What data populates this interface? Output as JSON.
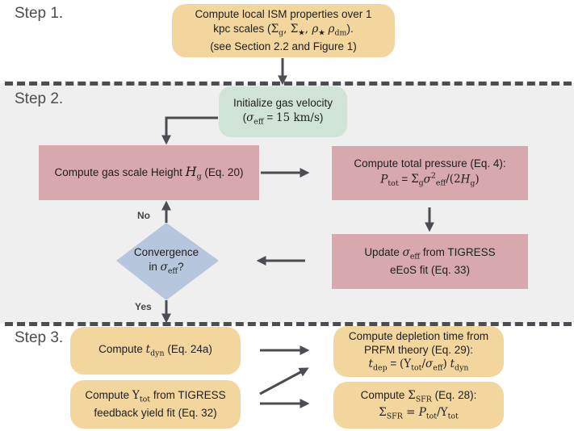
{
  "steps": {
    "step1": "Step 1.",
    "step2": "Step 2.",
    "step3": "Step 3."
  },
  "ism_box": {
    "line1": "Compute local ISM properties over 1",
    "line2_prefix": "kpc scales (",
    "line2_suffix": ").",
    "line3": "(see Section 2.2 and Figure 1)"
  },
  "init_box": {
    "line1": "Initialize gas velocity",
    "sigma_value": "15 km/s"
  },
  "height_box": {
    "text": "Compute gas scale Height",
    "eq": "(Eq. 20)"
  },
  "pressure_box": {
    "line1": "Compute total pressure (Eq. 4):"
  },
  "update_box": {
    "prefix": "Update",
    "mid": "from TIGRESS",
    "line2": "eEoS fit (Eq. 33)"
  },
  "convergence": {
    "line1": "Convergence",
    "line2_prefix": "in",
    "line2_suffix": "?"
  },
  "labels": {
    "no": "No",
    "yes": "Yes"
  },
  "tdyn_box": {
    "prefix": "Compute",
    "suffix": "(Eq. 24a)"
  },
  "yield_box": {
    "prefix": "Compute",
    "suffix": "from TIGRESS",
    "line2": "feedback yield fit (Eq. 32)"
  },
  "depletion_box": {
    "line1": "Compute depletion time from",
    "line2": "PRFM theory (Eq. 29):"
  },
  "sfr_box": {
    "prefix": "Compute",
    "suffix": "(Eq. 28):"
  },
  "colors": {
    "yellow": "#f3d59e",
    "green": "#cfe4d7",
    "pink": "#d8a8af",
    "diamond": "#b5c6dd",
    "arrow": "#4b4d52",
    "band": "#efefef"
  }
}
